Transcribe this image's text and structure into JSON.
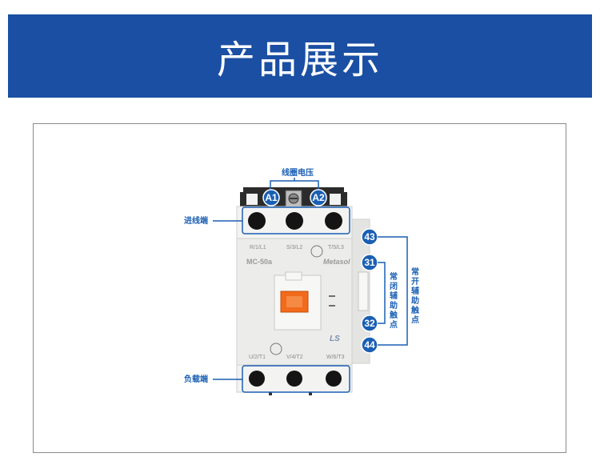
{
  "banner": {
    "title": "产品展示"
  },
  "labels": {
    "coil_voltage": "线圈电压",
    "line_in": "进线端",
    "load_out": "负载端",
    "nc_aux": [
      "常",
      "闭",
      "辅",
      "助",
      "触",
      "点"
    ],
    "no_aux": [
      "常",
      "开",
      "辅",
      "助",
      "触",
      "点"
    ]
  },
  "terminals": {
    "a1": "A1",
    "a2": "A2",
    "t43": "43",
    "t31": "31",
    "t32": "32",
    "t44": "44"
  },
  "device": {
    "top_marks": [
      "R/1/L1",
      "S/3/L2",
      "T/5/L3"
    ],
    "bottom_marks": [
      "U/2/T1",
      "V/4/T2",
      "W/6/T3"
    ],
    "model": "MC-50a",
    "brand": "Metasol",
    "logo": "LS"
  },
  "colors": {
    "banner": "#1a4fa3",
    "badge": "#1a5fb4",
    "accent": "#f26a1b"
  }
}
